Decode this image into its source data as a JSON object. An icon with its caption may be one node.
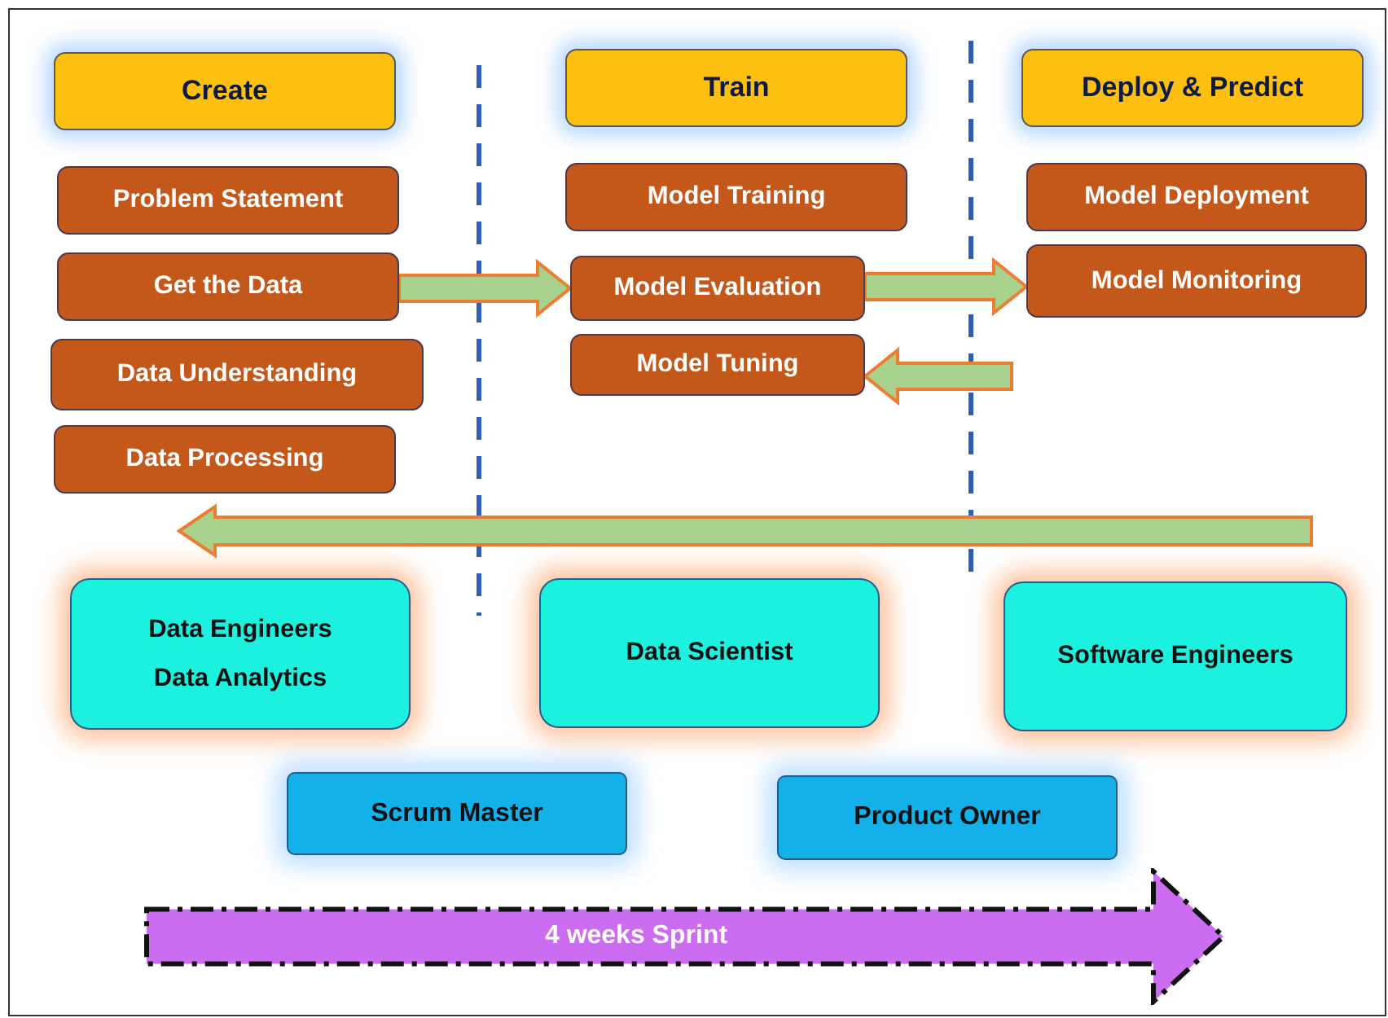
{
  "diagram": {
    "nodes": [
      {
        "text": [
          "Create"
        ]
      },
      {
        "text": [
          "Problem Statement"
        ]
      },
      {
        "text": [
          "Get the Data"
        ]
      },
      {
        "text": [
          "Data Understanding"
        ]
      },
      {
        "text": [
          "Data Processing"
        ]
      },
      {
        "text": [
          "Train"
        ]
      },
      {
        "text": [
          "Model Training"
        ]
      },
      {
        "text": [
          "Model Evaluation"
        ]
      },
      {
        "text": [
          "Model Tuning"
        ]
      },
      {
        "text": [
          "Deploy & Predict"
        ]
      },
      {
        "text": [
          "Model Deployment"
        ]
      },
      {
        "text": [
          "Model Monitoring"
        ]
      },
      {
        "text": [
          "Data Engineers",
          "Data Analytics"
        ]
      },
      {
        "text": [
          "Data Scientist"
        ]
      },
      {
        "text": [
          "Software Engineers"
        ]
      },
      {
        "text": [
          "Scrum Master"
        ]
      },
      {
        "text": [
          "Product Owner"
        ]
      },
      {
        "text": [
          "4 weeks Sprint"
        ]
      }
    ],
    "edges": [
      {
        "from": 2,
        "to": 7,
        "arrow": "to"
      },
      {
        "from": 7,
        "to": 11,
        "arrow": "to"
      },
      {
        "from": null,
        "to": 8,
        "arrow": "to"
      }
    ]
  }
}
